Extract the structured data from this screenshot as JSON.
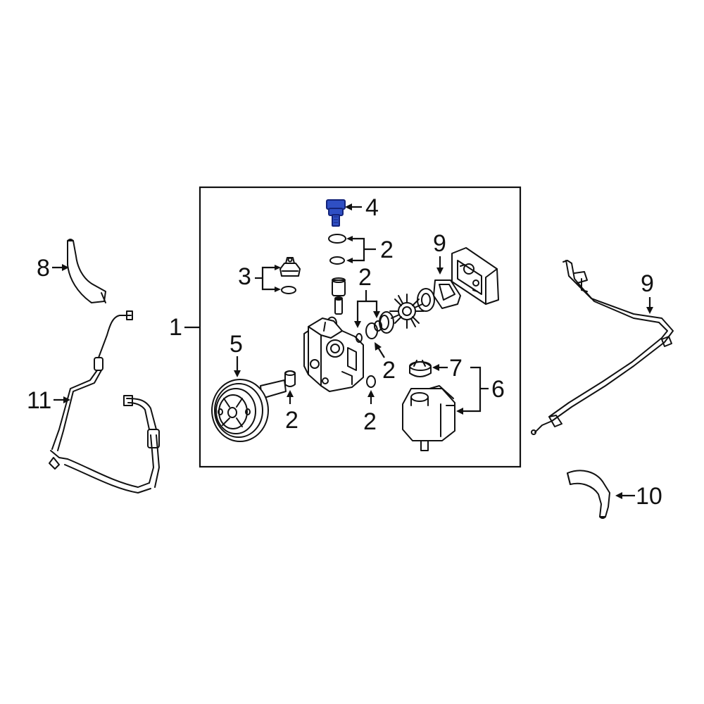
{
  "highlight_color": "#2f4fc4",
  "line_color": "#111111",
  "callouts": {
    "c1": "1",
    "c2a": "2",
    "c2b": "2",
    "c2c": "2",
    "c2d": "2",
    "c2e": "2",
    "c3": "3",
    "c4": "4",
    "c5": "5",
    "c6": "6",
    "c7": "7",
    "c8": "8",
    "c9a": "9",
    "c9b": "9",
    "c10": "10",
    "c11": "11"
  },
  "highlighted_part": "4"
}
